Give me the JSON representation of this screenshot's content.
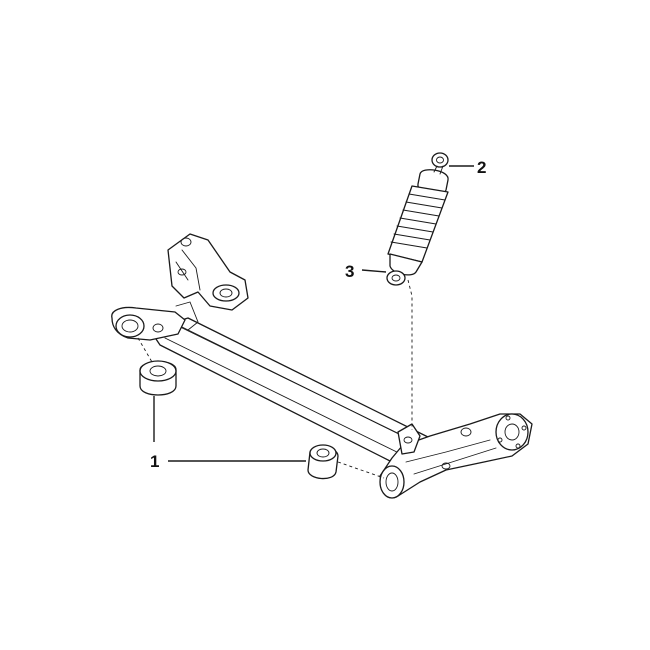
{
  "callouts": [
    {
      "id": "bushing",
      "label": "1"
    },
    {
      "id": "shock-top-eye",
      "label": "2"
    },
    {
      "id": "shock-bottom-eye",
      "label": "3"
    }
  ],
  "colors": {
    "line": "#1a1a1a",
    "background": "#ffffff"
  }
}
